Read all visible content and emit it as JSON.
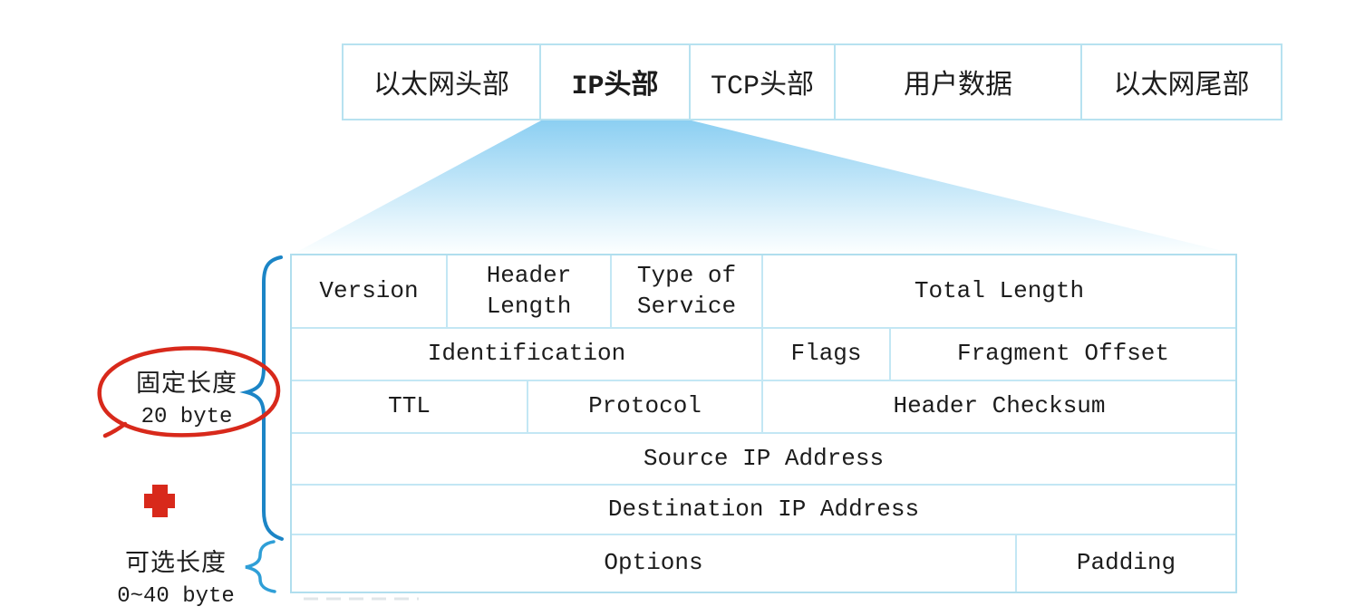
{
  "frame_row": {
    "cells": [
      {
        "label": "以太网头部"
      },
      {
        "label": "IP头部"
      },
      {
        "label": "TCP头部"
      },
      {
        "label": "用户数据"
      },
      {
        "label": "以太网尾部"
      }
    ]
  },
  "ip_header": {
    "rows": [
      {
        "cells": [
          {
            "label": "Version"
          },
          {
            "label": "Header Length"
          },
          {
            "label": "Type of Service"
          },
          {
            "label": "Total Length"
          }
        ]
      },
      {
        "cells": [
          {
            "label": "Identification"
          },
          {
            "label": "Flags"
          },
          {
            "label": "Fragment Offset"
          }
        ]
      },
      {
        "cells": [
          {
            "label": "TTL"
          },
          {
            "label": "Protocol"
          },
          {
            "label": "Header Checksum"
          }
        ]
      },
      {
        "cells": [
          {
            "label": "Source IP Address"
          }
        ]
      },
      {
        "cells": [
          {
            "label": "Destination IP Address"
          }
        ]
      },
      {
        "cells": [
          {
            "label": "Options"
          },
          {
            "label": "Padding"
          }
        ]
      }
    ]
  },
  "annotations": {
    "fixed_length": {
      "line1": "固定长度",
      "line2": "20 byte"
    },
    "optional_length": {
      "line1": "可选长度",
      "line2": "0~40 byte"
    }
  },
  "icons": {
    "plus": "red-plus-icon",
    "circle": "red-circle-annotation"
  },
  "colors": {
    "table_border": "#b7e2f0",
    "brace_blue": "#1c85c6",
    "small_brace_blue": "#2f9fd7",
    "highlight_red": "#d8291b",
    "funnel_top": "#8ccff2",
    "funnel_bottom": "#fdffff",
    "text": "#1c1c1c"
  }
}
